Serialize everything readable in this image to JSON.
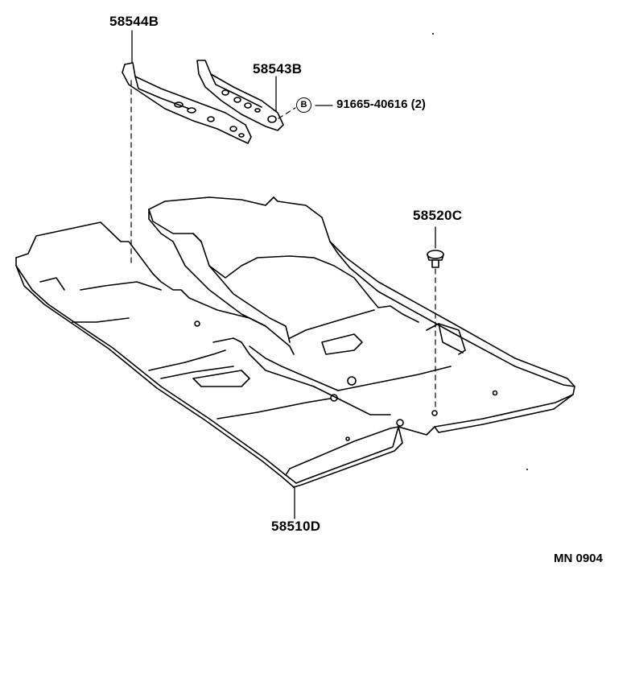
{
  "parts": {
    "insulator_front": "58544B",
    "insulator_rear": "58543B",
    "clip": "58520C",
    "floor_carpet": "58510D"
  },
  "callout": {
    "symbol": "B",
    "text": "91665-40616 (2)"
  },
  "reference": {
    "code": "MN 0904"
  },
  "colors": {
    "line": "#000000",
    "background": "#ffffff"
  }
}
